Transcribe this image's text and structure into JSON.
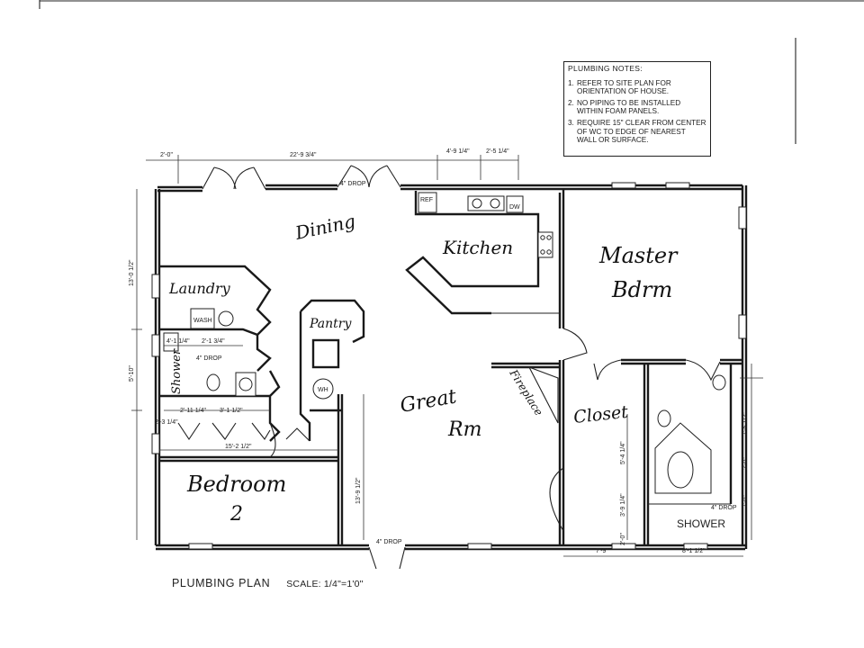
{
  "notes": {
    "title": "PLUMBING NOTES:",
    "items": [
      {
        "num": "1.",
        "text": "REFER TO SITE PLAN FOR ORIENTATION OF HOUSE."
      },
      {
        "num": "2.",
        "text": "NO PIPING TO BE INSTALLED WITHIN FOAM PANELS."
      },
      {
        "num": "3.",
        "text": "REQUIRE 15\" CLEAR FROM CENTER OF WC TO EDGE OF NEAREST WALL OR SURFACE."
      }
    ]
  },
  "caption": {
    "title": "PLUMBING PLAN",
    "scale": "SCALE: 1/4\"=1'0\""
  },
  "rooms": {
    "dining": "Dining",
    "kitchen": "Kitchen",
    "master_line1": "Master",
    "master_line2": "Bdrm",
    "laundry": "Laundry",
    "pantry": "Pantry",
    "great_line1": "Great",
    "great_line2": "Rm",
    "fireplace": "Fireplace",
    "closet": "Closet",
    "bedroom_line1": "Bedroom",
    "bedroom_line2": "2",
    "shower_hand": "Shower",
    "shower_print": "SHOWER"
  },
  "dimensions": {
    "top_left": "2'-0\"",
    "top_main": "22'-9 3/4\"",
    "top_kitchen1": "4'-9 1/4\"",
    "top_kitchen2": "2'-5 1/4\"",
    "left_upper": "13'-0 1/2\"",
    "left_middle": "5'-10\"",
    "laundry_w1": "4'-1 1/4\"",
    "laundry_w2": "2'-1 3/4\"",
    "bath_w1": "2'-11 1/4\"",
    "bath_w2": "3'-1 1/2\"",
    "left_lower": "2'-3 1/4\"",
    "bedroom_w": "15'-2 1/2\"",
    "center_v": "13'-9 1/2\"",
    "closet_v1": "5'-4 1/4\"",
    "closet_v2": "3'-9 1/4\"",
    "closet_v3": "2'-0\"",
    "bottom_closet": "7'-9\"",
    "bottom_bath": "8'-1 1/2\"",
    "right_v1": "7'-5 1/2\"",
    "right_v2": "2'-0\"",
    "right_v3": "7'-0\""
  },
  "labels": {
    "ref": "REF",
    "dw": "DW",
    "wash": "WASH",
    "wh": "WH",
    "drop1": "4\" DROP",
    "drop2": "4\" DROP",
    "drop3": "4\" DROP",
    "drop4": "4\" DROP"
  }
}
